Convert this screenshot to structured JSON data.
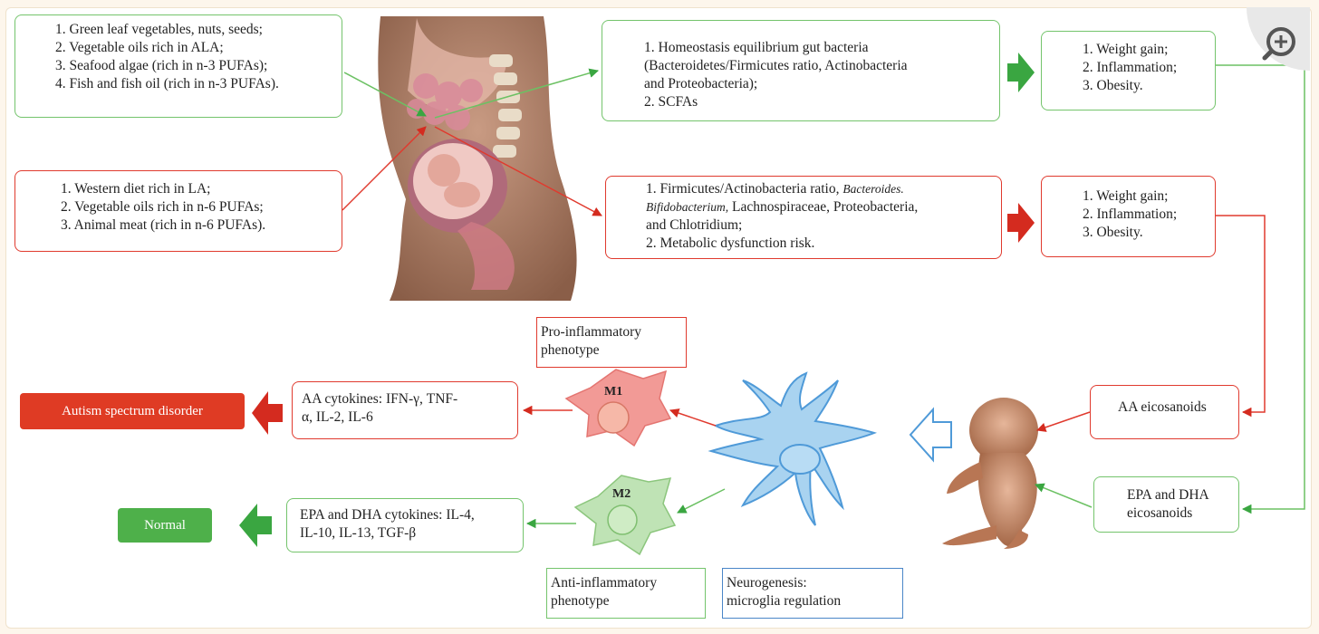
{
  "top_left": {
    "items": [
      "1.    Green leaf vegetables, nuts, seeds;",
      "2. Vegetable oils rich in ALA;",
      "3. Seafood  algae  (rich in n-3 PUFAs);",
      "4. Fish and fish oil (rich in n-3 PUFAs)."
    ]
  },
  "mid_left": {
    "items": [
      "1.    Western diet rich in LA;",
      "2. Vegetable oils rich in n-6 PUFAs;",
      "3. Animal meat (rich in n-6 PUFAs)."
    ]
  },
  "gut_green": {
    "line1": "1.    Homeostasis equilibrium gut bacteria",
    "line2": "(Bacteroidetes/Firmicutes ratio, Actinobacteria",
    "line3": "and Proteobacteria);",
    "line4": "2. SCFAs"
  },
  "gut_red": {
    "line1": "1.    Firmicutes/Actinobacteria ratio,",
    "line1_italic": "Bacteroides.",
    "line2_italic": "Bifidobacterium,",
    "line2": "  Lachnospiraceae, Proteobacteria,",
    "line3": "and Chlotridium;",
    "line4": "2. Metabolic dysfunction risk."
  },
  "outcome_green": {
    "items": [
      "1.    Weight gain;",
      "2. Inflammation;",
      "3. Obesity."
    ]
  },
  "outcome_red": {
    "items": [
      "1.    Weight gain;",
      "2. Inflammation;",
      "3. Obesity."
    ]
  },
  "pro_inflammatory": {
    "line1": "Pro-inflammatory",
    "line2": "phenotype"
  },
  "anti_inflammatory": {
    "line1": "Anti-inflammatory",
    "line2": "phenotype"
  },
  "neurogenesis": {
    "line1": "Neurogenesis:",
    "line2": "microglia regulation"
  },
  "m1_label": "M1",
  "m2_label": "M2",
  "aa_cytokines": {
    "line1": "AA cytokines: IFN-γ, TNF-",
    "line2": "α, IL-2,  IL-6"
  },
  "epa_cytokines": {
    "line1": "EPA and DHA  cytokines: IL-4,",
    "line2": "IL-10, IL-13, TGF-β"
  },
  "aa_eicosanoids": "AA eicosanoids",
  "epa_eicosanoids": {
    "line1": "EPA and DHA",
    "line2": "eicosanoids"
  },
  "asd_label": "Autism spectrum disorder",
  "normal_label": "Normal",
  "colors": {
    "green": "#3aa641",
    "red": "#d42b1f",
    "box_green": "#74c46c",
    "box_red": "#e03a2e",
    "blue": "#4a86c8",
    "microglia": "#a9d3f0"
  },
  "icons": [
    "zoom-in-icon",
    "up-arrow-icon",
    "down-arrow-icon",
    "right-arrow-icon",
    "left-arrow-icon"
  ]
}
